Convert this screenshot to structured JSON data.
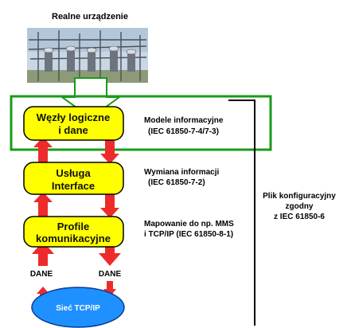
{
  "header": {
    "title": "Realne urządzenie"
  },
  "picture": {
    "description_icon": "substation-photo-icon"
  },
  "boxes": [
    {
      "line1": "Węzły logiczne",
      "line2": "i dane"
    },
    {
      "line1": "Usługa",
      "line2": "Interface"
    },
    {
      "line1": "Profile",
      "line2": "komunikacyjne"
    }
  ],
  "descriptions": [
    {
      "line1": "Modele informacyjne",
      "line2": "(IEC 61850-7-4/7-3)"
    },
    {
      "line1": "Wymiana informacji",
      "line2": "(IEC 61850-7-2)"
    },
    {
      "line1": "Mapowanie do np. MMS",
      "line2": "i TCP/IP (IEC 61850-8-1)"
    }
  ],
  "data_labels": {
    "left": "DANE",
    "right": "DANE"
  },
  "network": {
    "label": "Sieć TCP/IP"
  },
  "config_note": {
    "line1": "Plik konfiguracyjny",
    "line2": "zgodny",
    "line3": "z IEC 61850-6"
  },
  "colors": {
    "box_fill": "#ffff00",
    "arrow": "#ee2b2b",
    "green_frame": "#1a9a1a",
    "network_fill": "#1e90ff"
  }
}
